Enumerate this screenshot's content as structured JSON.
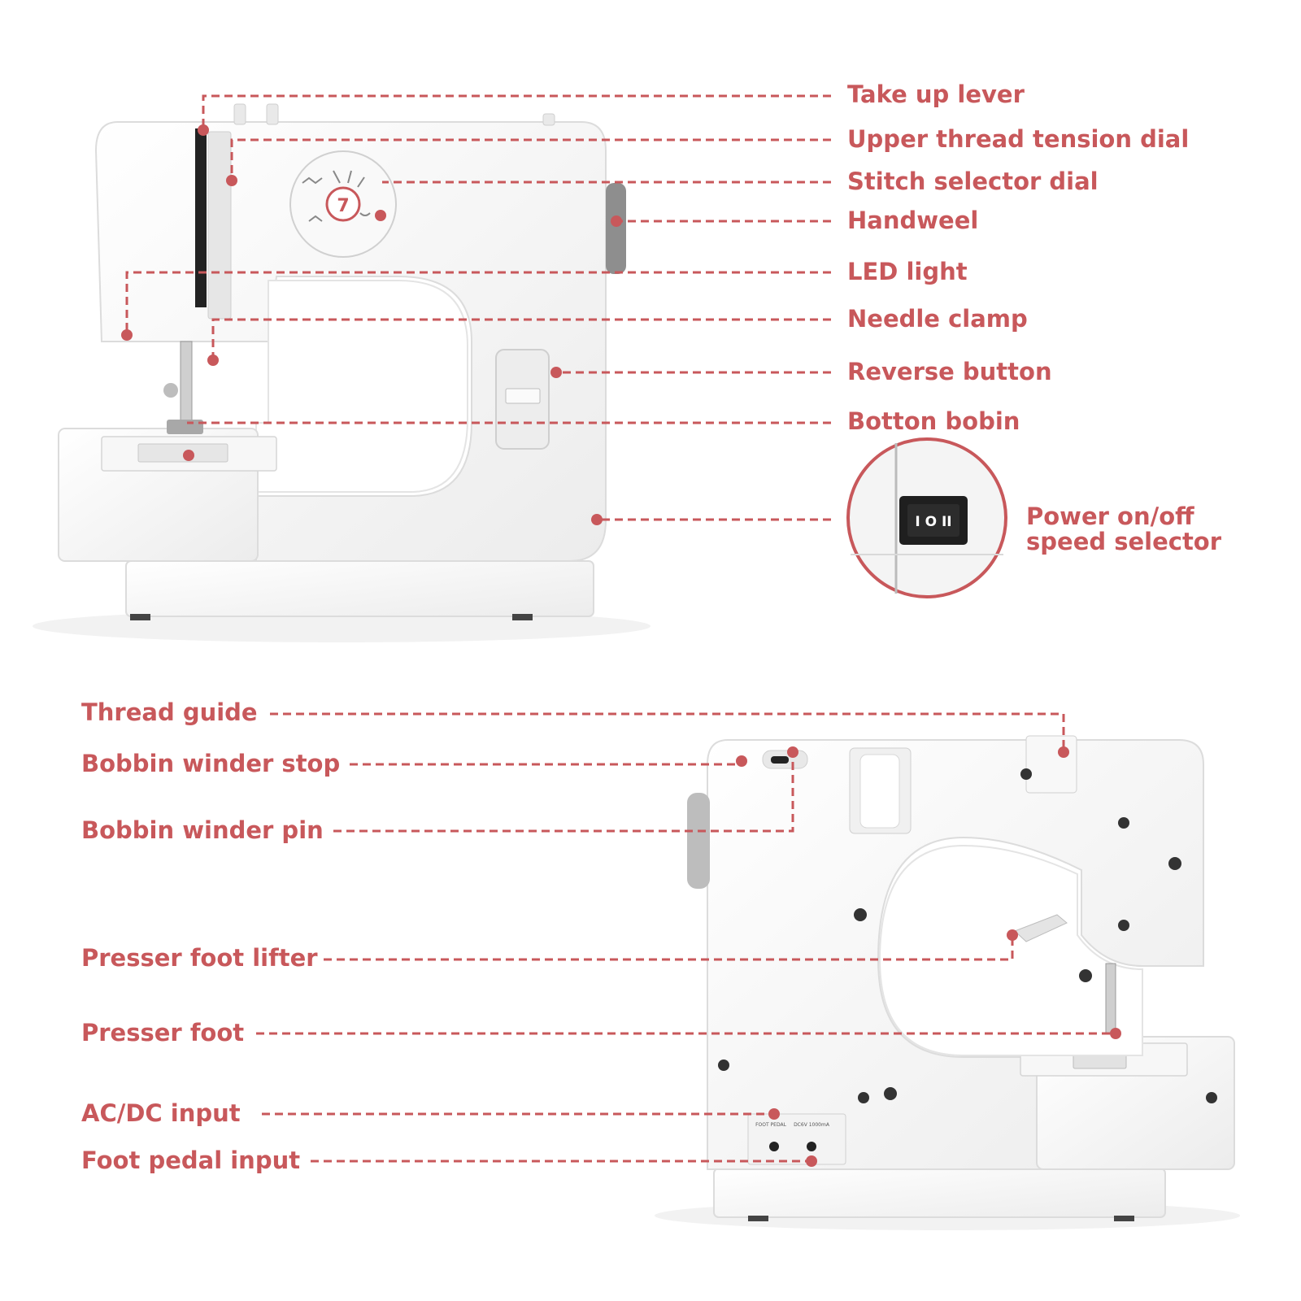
{
  "colors": {
    "accent": "#c8585b",
    "machine_body": "#f5f5f5",
    "machine_outline": "#dcdcdc",
    "handwheel": "#8e8e8e",
    "switch": "#1f1f1f"
  },
  "labels": {
    "take_up_lever": "Take up lever",
    "upper_thread_tension_dial": "Upper thread tension dial",
    "stitch_selector_dial": "Stitch selector dial",
    "handwheel": "Handweel",
    "led_light": "LED light",
    "needle_clamp": "Needle clamp",
    "reverse_button": "Reverse button",
    "bottom_bobbin": "Botton bobin",
    "power_line1": "Power on/off",
    "power_line2": "speed selector",
    "thread_guide": "Thread guide",
    "bobbin_winder_stop": "Bobbin winder stop",
    "bobbin_winder_pin": "Bobbin winder pin",
    "presser_foot_lifter": "Presser foot lifter",
    "presser_foot": "Presser foot",
    "ac_dc_input": "AC/DC input",
    "foot_pedal_input": "Foot pedal input"
  },
  "machine_text": {
    "dial_number": "7",
    "foot_pedal_port": "FOOT PEDAL",
    "dc_port": "DC6V 1000mA",
    "switch_symbols": "I O II"
  },
  "icons": [
    "sewing-machine-front-image",
    "sewing-machine-back-image",
    "power-switch-zoom-image"
  ]
}
